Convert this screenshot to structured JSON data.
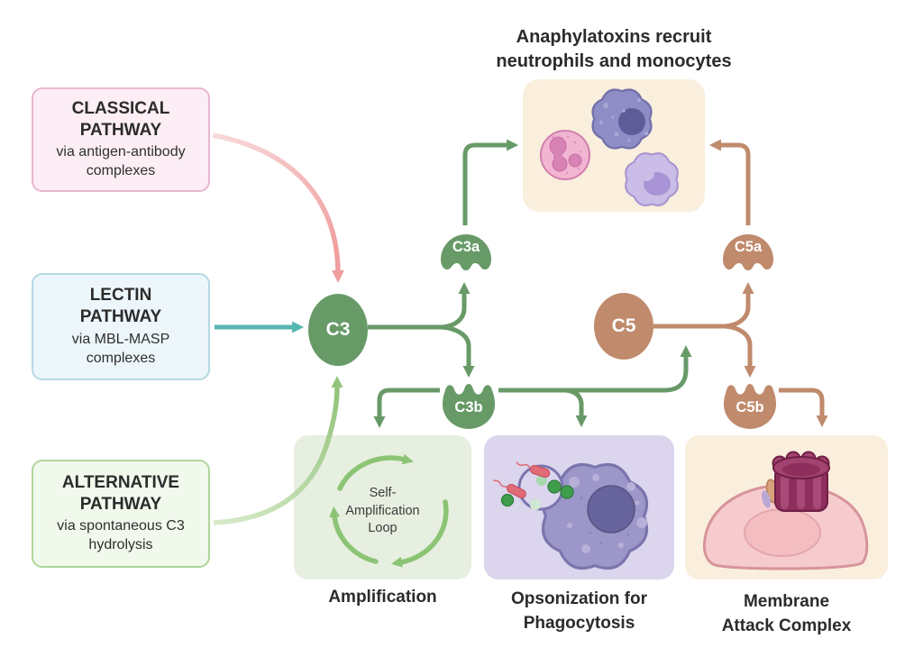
{
  "header": {
    "title": "Anaphylatoxins recruit neutrophils and monocytes"
  },
  "pathways": [
    {
      "title": "CLASSICAL PATHWAY",
      "subtitle": "via antigen-antibody complexes"
    },
    {
      "title": "LECTIN PATHWAY",
      "subtitle": "via MBL-MASP complexes"
    },
    {
      "title": "ALTERNATIVE PATHWAY",
      "subtitle": "via spontaneous C3 hydrolysis"
    }
  ],
  "proteins": {
    "c3": "C3",
    "c3a": "C3a",
    "c3b": "C3b",
    "c5": "C5",
    "c5a": "C5a",
    "c5b": "C5b"
  },
  "outcomes": {
    "amplification": {
      "loop_label": "Self-Amplification Loop",
      "caption": "Amplification"
    },
    "opsonization": {
      "caption": "Opsonization for Phagocytosis"
    },
    "mac": {
      "caption": "Membrane Attack Complex"
    }
  },
  "colors": {
    "classical_arrow_pink": "#ef9e9e",
    "lectin_arrow_teal": "#56b6b0",
    "alternative_arrow_green": "#93c47b",
    "complement_green": "#679a67",
    "complement_brown": "#c08a6c",
    "loop_green": "#8cc475",
    "classical_box_fill": "#fdeef5",
    "classical_box_border": "#e8b7d1",
    "lectin_box_fill": "#edf6fa",
    "lectin_box_border": "#b5d8e3",
    "alternative_box_fill": "#f1f8ec",
    "alternative_box_border": "#afd69b",
    "cream_box_fill": "#faeedd",
    "amplification_box_fill": "#e7efe0",
    "opsonization_box_fill": "#dbd5ed",
    "text_dark": "#2b2b2b"
  }
}
